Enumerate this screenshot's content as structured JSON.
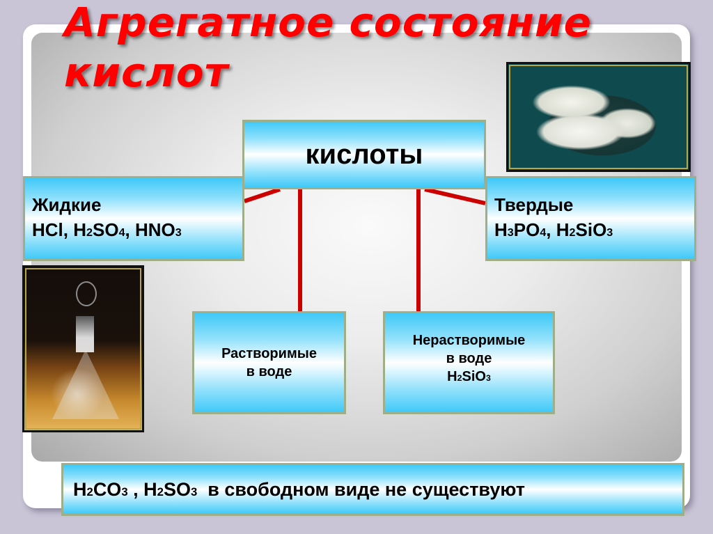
{
  "slide": {
    "title_line1": "Агрегатное состояние",
    "title_line2": "кислот",
    "colors": {
      "title": "#ff0000",
      "connector": "#cc0000",
      "box_edge": "#3fc9f8",
      "box_border": "#9fae88",
      "background": "#c9c4d6"
    }
  },
  "diagram": {
    "root": {
      "label": "кислоты"
    },
    "liquid": {
      "heading": "Жидкие",
      "formulas": [
        {
          "parts": [
            [
              "HCl",
              ""
            ]
          ]
        },
        {
          "parts": [
            [
              "H",
              "2"
            ],
            [
              "SO",
              "4"
            ]
          ]
        },
        {
          "parts": [
            [
              "HNO",
              "3"
            ]
          ]
        }
      ],
      "formula_text": "HCl, H2SO4, HNO3",
      "f1": "HCl",
      "f2_a": "H",
      "f2_a_sub": "2",
      "f2_b": "SO",
      "f2_b_sub": "4",
      "f3_a": "HNO",
      "f3_a_sub": "3"
    },
    "solid": {
      "heading": "Твердые",
      "formula_text": "H3PO4, H2SiO3",
      "f1_a": "H",
      "f1_a_sub": "3",
      "f1_b": "PO",
      "f1_b_sub": "4",
      "f2_a": "H",
      "f2_a_sub": "2",
      "f2_b": "SiO",
      "f2_b_sub": "3"
    },
    "soluble": {
      "line1": "Растворимые",
      "line2": "в воде"
    },
    "insoluble": {
      "line1": "Нерастворимые",
      "line2": "в воде",
      "formula_text": "H2SiO3",
      "f_a": "H",
      "f_a_sub": "2",
      "f_b": "SiO",
      "f_b_sub": "3"
    }
  },
  "note": {
    "formula_text": "H2CO3 , H2SO3",
    "f1_a": "H",
    "f1_a_sub": "2",
    "f1_b": "CO",
    "f1_b_sub": "3",
    "f2_a": "H",
    "f2_a_sub": "2",
    "f2_b": "SO",
    "f2_b_sub": "3",
    "text": "в свободном виде не существуют"
  },
  "images": {
    "solid_photo": "crystals-photo",
    "liquid_photo": "flask-photo"
  }
}
